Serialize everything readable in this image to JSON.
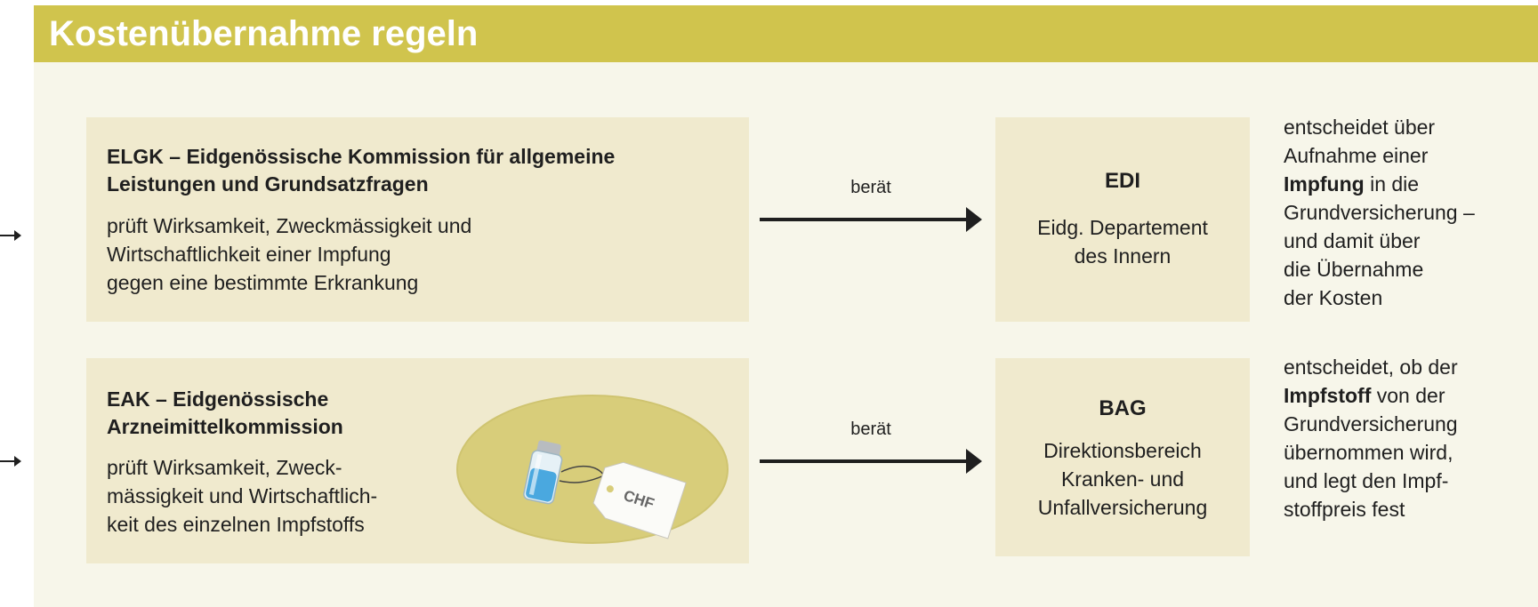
{
  "title": "Kostenübernahme regeln",
  "rows": [
    {
      "commission_heading": "ELGK – Eidgenössische Kommission für allgemeine\nLeistungen und Grundsatzfragen",
      "commission_desc": "prüft Wirksamkeit, Zweckmässigkeit und\nWirtschaftlichkeit einer Impfung\ngegen eine bestimmte Erkrankung",
      "arrow_label": "berät",
      "org_abbr": "EDI",
      "org_name": "Eidg. Departement\ndes Innern",
      "decision_before": "entscheidet über\nAufnahme einer\n",
      "decision_bold": "Impfung",
      "decision_after": " in die\nGrundversicherung –\nund damit über\ndie Übernahme\nder Kosten"
    },
    {
      "commission_heading": "EAK – Eidgenössische\nArzneimittelkommission",
      "commission_desc": "prüft Wirksamkeit, Zweck-\nmässigkeit und Wirtschaftlich-\nkeit des einzelnen Impfstoffs",
      "arrow_label": "berät",
      "org_abbr": "BAG",
      "org_name": "Direktionsbereich\nKranken- und\nUnfallversicherung",
      "decision_before": "entscheidet, ob der\n",
      "decision_bold": "Impfstoff",
      "decision_after": " von der\nGrundversicherung\nübernommen wird,\nund legt den Impf-\nstoffpreis fest"
    }
  ],
  "illustration": {
    "tag_text": "CHF",
    "icon": "vaccine-vial-with-price-tag-icon"
  },
  "colors": {
    "title_bar": "#d0c44d",
    "background": "#f7f6ea",
    "box": "#f0eace",
    "oval": "#d8cd7a",
    "arrow": "#1f1f1f"
  }
}
